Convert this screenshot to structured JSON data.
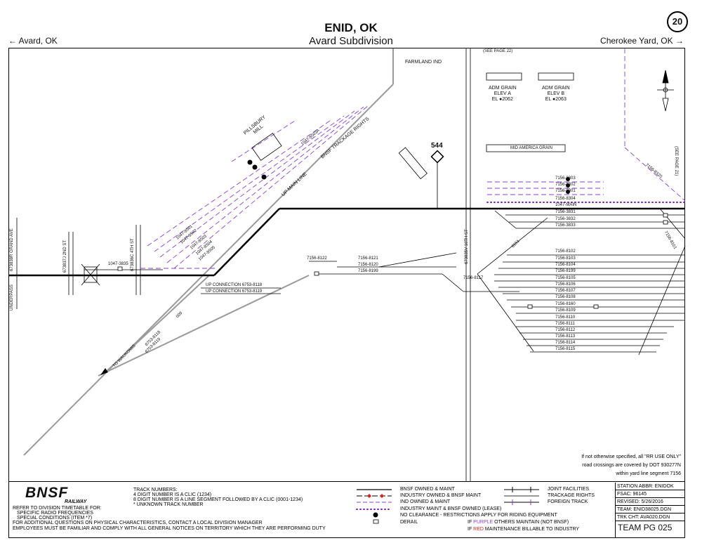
{
  "header": {
    "title": "ENID, OK",
    "subtitle": "Avard Subdivision",
    "page_number": "20",
    "left_direction": "Avard, OK",
    "right_direction": "Cherokee Yard, OK",
    "left_arrow": "←",
    "right_arrow": "→"
  },
  "map": {
    "labels": {
      "farmland": "FARMLAND IND",
      "see_page_22": "(SEE PAGE 22)",
      "adm_a": [
        "ADM GRAIN",
        "ELEV A",
        "EL ●2062"
      ],
      "adm_b": [
        "ADM GRAIN",
        "ELEV B",
        "EL ●2063"
      ],
      "mid_america": "MID AMERICA GRAIN",
      "pillsbury": [
        "PILLSBURY",
        "MILL"
      ],
      "bnsf_trackage": "BNSF TRACKAGE RIGHTS",
      "up_main": "UP MAIN LINE",
      "milepost": "544",
      "see_page_21": "(SEE PAGE 21)",
      "underpass": "UNDERPASS",
      "grand_ave": "673838R GRAND AVE",
      "second_st": "673837J 2ND ST",
      "fourth_st": "673836C 4TH ST",
      "tenth_st": "673835V 10TH ST",
      "to_waukomis": "TO WAUKOMIS",
      "track_1047_3835": "1047-3835",
      "track_1047_8503a": "1047-8503A",
      "pillsbury_tracks": [
        "1047-8501",
        "1047-8502",
        "1047-8503",
        "1047-8504",
        "1047-8505"
      ],
      "up_conn_1": "UP CONNECTION   6753-8118",
      "up_conn_2": "UP CONNECTION   6753-8119",
      "track_8122": "7156-8122",
      "track_8121": "7156-8121",
      "track_8120": "7156-8120",
      "track_8199_left": "7156-8199",
      "track_8117": "7156-8117",
      "track_8151": "8151",
      "track_6753_8118": "6753-8118",
      "track_6753_8119": "6753-8119",
      "track_009": "009",
      "track_8320": "7156-8320",
      "track_8101": "7156-8101",
      "elevator_tracks": [
        "7156-8303",
        "7156-8302",
        "7156-8301",
        "7156-8304",
        "1047-MAIN"
      ],
      "top_yard_tracks": [
        "7156-3831",
        "7156-3832",
        "7156-3833"
      ],
      "yard_tracks": [
        "7156-8102",
        "7156-8103",
        "7156-8104",
        "7156-8199",
        "7156-8105",
        "7156-8106",
        "7156-8107",
        "7156-8108",
        "7156-8160",
        "7156-8109",
        "7156-8110",
        "7156-8111",
        "7156-8112",
        "7156-8113",
        "7156-8114",
        "7156-8115"
      ],
      "note": [
        "If not otherwise specified, all \"RR USE ONLY\"",
        "road crossings are covered by DOT 930277N",
        "within yard line segment 7156"
      ]
    }
  },
  "legend": {
    "logo": "BNSF",
    "railway": "RAILWAY",
    "track_numbers": [
      "TRACK NUMBERS:",
      "4  DIGIT  NUMBER  IS  A  CLIC  (1234)",
      "8  DIGIT  NUMBER  IS  A  LINE  SEGMENT  FOLLOWED  BY  A  CLIC  (0001-1234)",
      "*  UNKNOWN  TRACK  NUMBER"
    ],
    "refer": [
      "REFER TO DIVISION TIMETABLE FOR:",
      "SPECIFIC RADIO FREQUENCIES",
      "SPECIAL CONDITIONS (ITEM *7)"
    ],
    "footer_lines": [
      "FOR ADDITIONAL QUESTIONS ON PHYSICAL CHARACTERISTICS, CONTACT A LOCAL DIVISION MANAGER",
      "EMPLOYEES MUST BE FAMILIAR AND COMPLY WITH ALL GENERAL NOTICES ON TERRITORY WHICH THEY ARE PERFORMING DUTY"
    ],
    "items": [
      "BNSF OWNED & MAINT",
      "INDUSTRY OWNED & BNSF MAINT",
      "IND OWNED & MAINT",
      "INDUSTRY MAINT & BNSF OWNED (LEASE)",
      "NO CLEARANCE - RESTRICTIONS APPLY FOR RIDING EQUIPMENT",
      "DERAIL"
    ],
    "items_right": [
      "JOINT FACILITIES",
      "TRACKAGE RIGHTS",
      "FOREIGN TRACK"
    ],
    "purple_note": {
      "prefix": "IF ",
      "color_word": "PURPLE",
      "suffix": " OTHERS MAINTAIN (NOT BNSF)"
    },
    "red_note": {
      "prefix": "IF ",
      "color_word": "RED",
      "suffix": " MAINTENANCE BILLABLE TO INDUSTRY"
    },
    "info": {
      "station": "STATION ABBR: ENIDOK",
      "fsac": "FSAC: 96145",
      "revised": "REVISED: 5/26/2016",
      "team": "TEAM: ENID38025.DGN",
      "trk": "TRK CHT: AVA020.DGN",
      "team_pg": "TEAM  PG  025"
    }
  },
  "colors": {
    "track": "#000000",
    "secondary": "#9a9a9a",
    "purple": "#8a3fd1",
    "red": "#d32020",
    "lease": "#7a1fb8"
  }
}
